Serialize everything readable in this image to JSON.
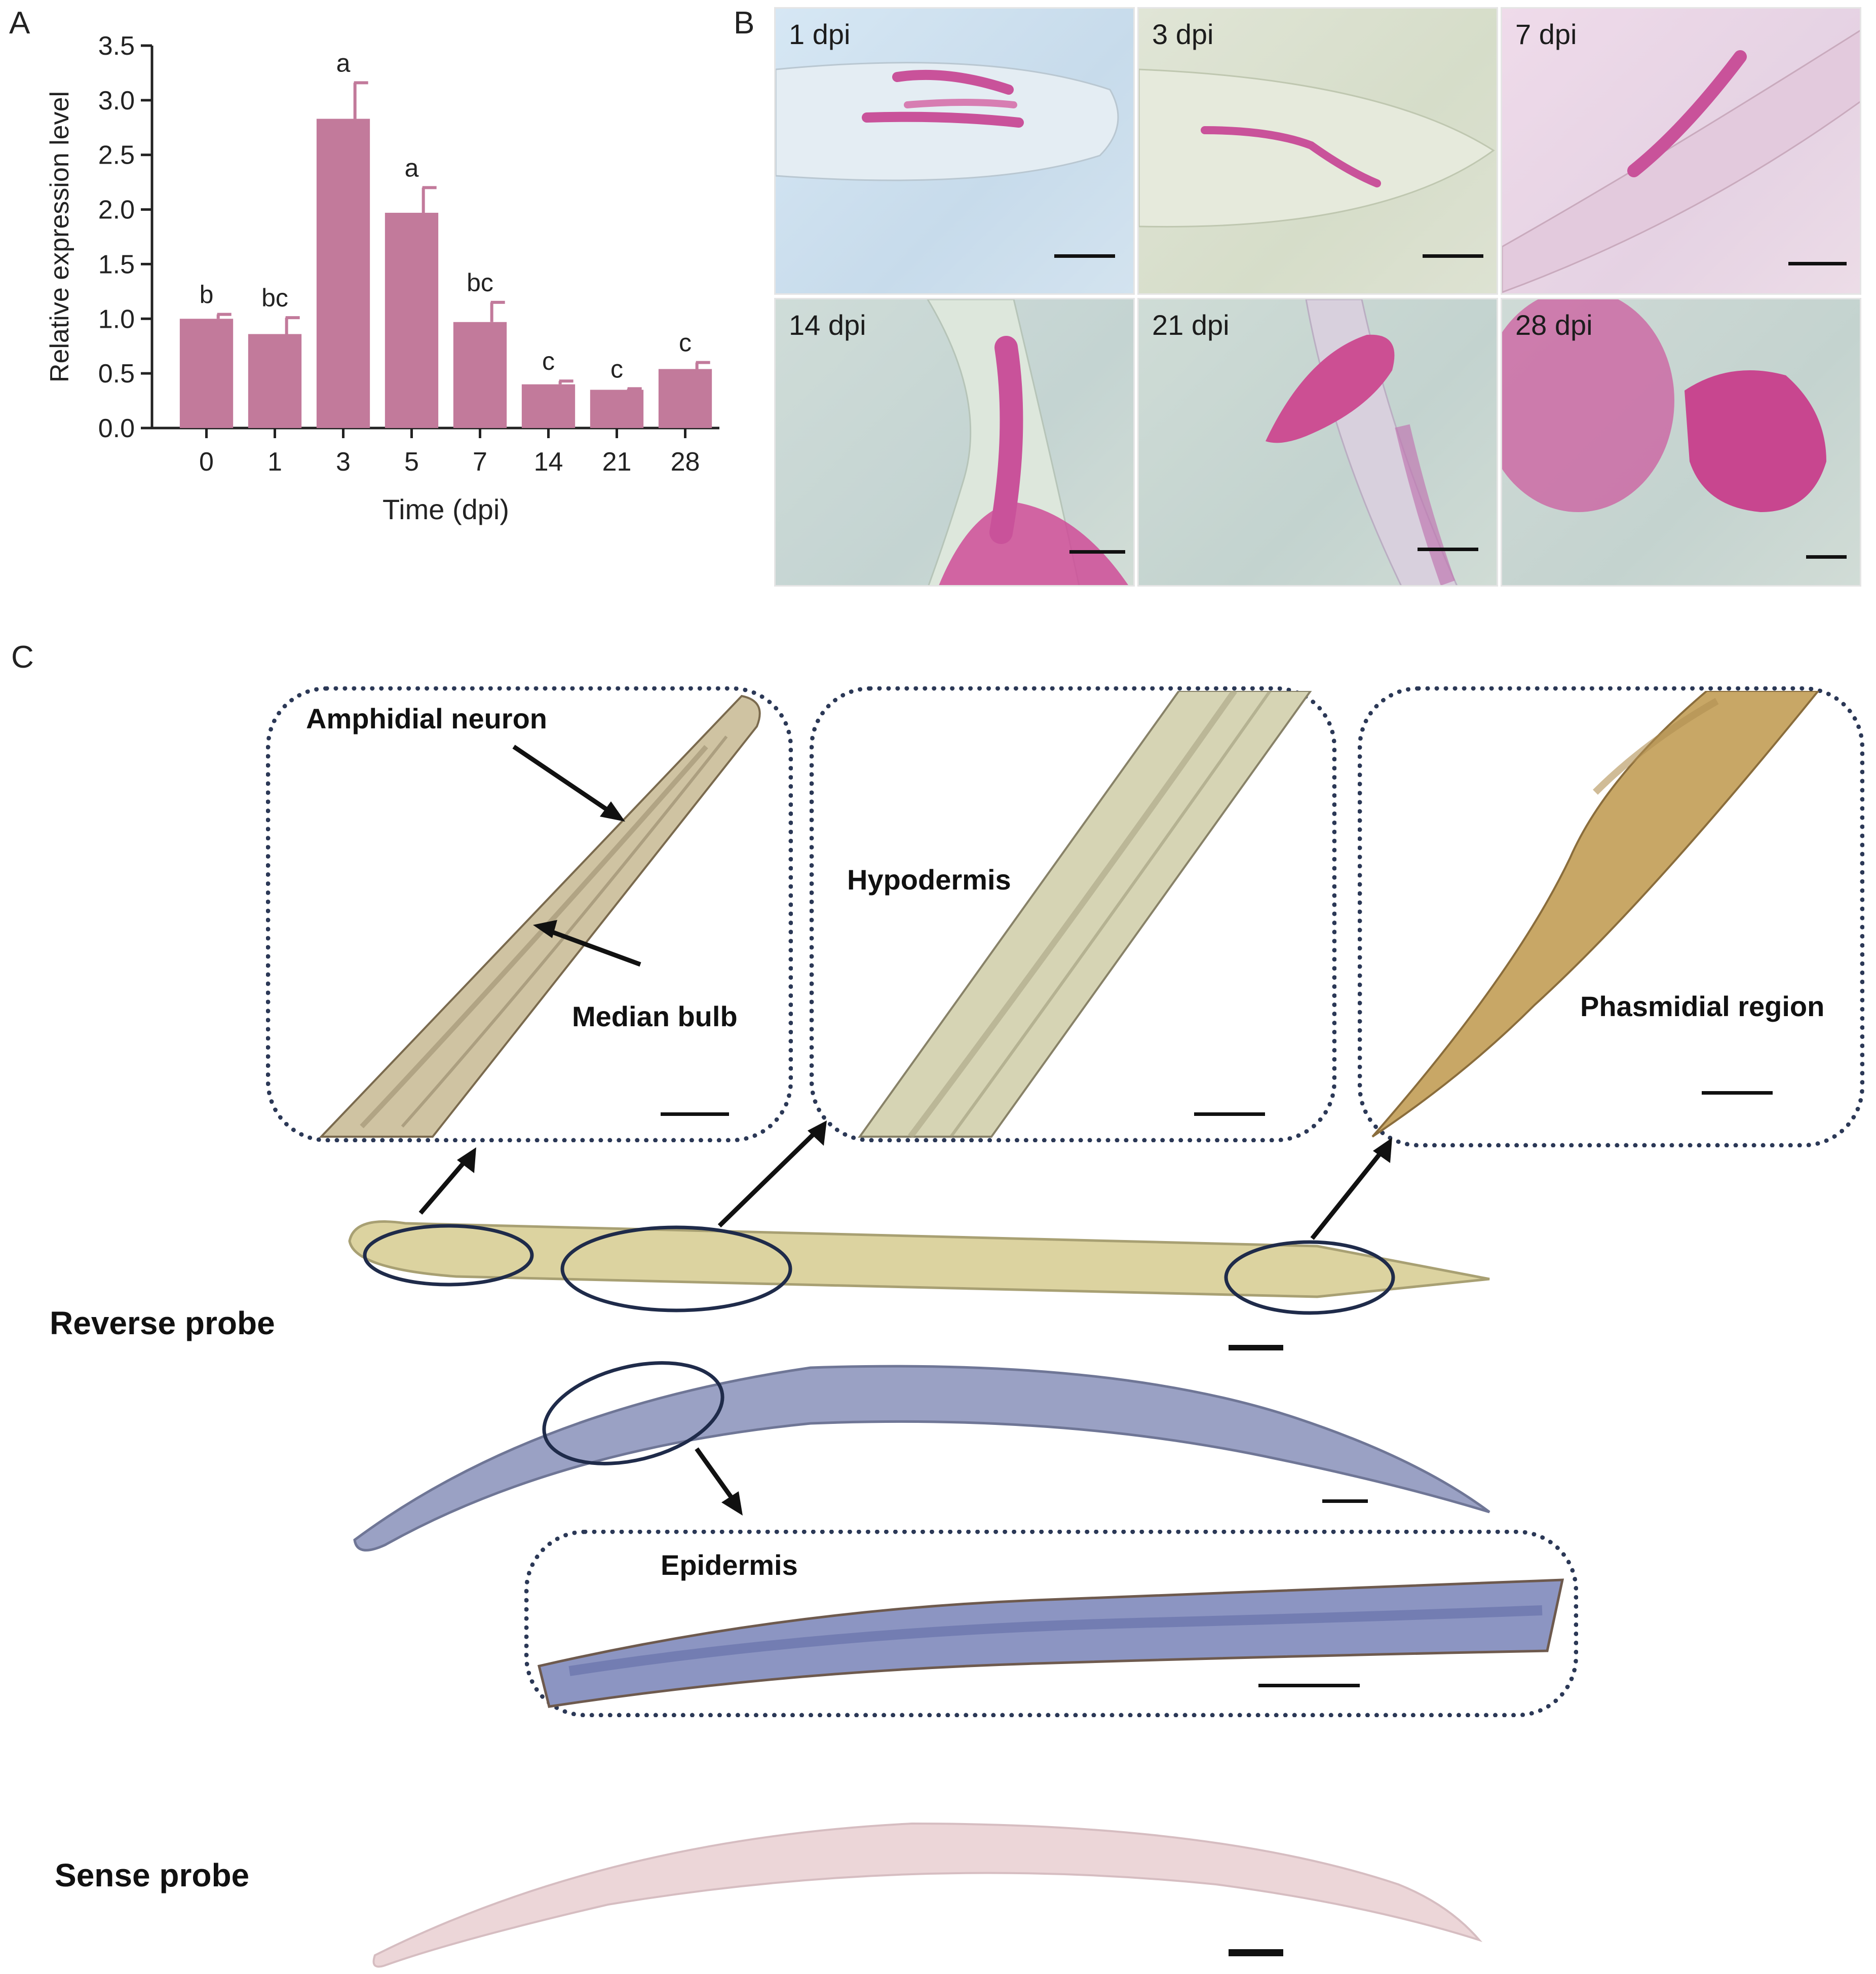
{
  "panels": {
    "a": "A",
    "b": "B",
    "c": "C"
  },
  "chart_data": {
    "type": "bar",
    "categories": [
      "0",
      "1",
      "3",
      "5",
      "7",
      "14",
      "21",
      "28"
    ],
    "values": [
      1.0,
      0.86,
      2.83,
      1.97,
      0.97,
      0.4,
      0.35,
      0.54
    ],
    "errors": [
      0.04,
      0.15,
      0.33,
      0.23,
      0.18,
      0.03,
      0.01,
      0.06
    ],
    "significance": [
      "b",
      "bc",
      "a",
      "a",
      "bc",
      "c",
      "c",
      "c"
    ],
    "xlabel": "Time (dpi)",
    "ylabel": "Relative expression level",
    "ylim": [
      0,
      3.5
    ],
    "yticks": [
      "0.0",
      "0.5",
      "1.0",
      "1.5",
      "2.0",
      "2.5",
      "3.0",
      "3.5"
    ],
    "bar_color": "#c27a9b"
  },
  "micrographs": {
    "time_points": [
      "1 dpi",
      "3 dpi",
      "7 dpi",
      "14 dpi",
      "21 dpi",
      "28 dpi"
    ],
    "stain_color": "#c9529a"
  },
  "annotations": {
    "amphidial_neuron": "Amphidial neuron",
    "median_bulb": "Median bulb",
    "hypodermis": "Hypodermis",
    "phasmidial_region": "Phasmidial region",
    "epidermis": "Epidermis"
  },
  "probes": {
    "reverse": "Reverse probe",
    "sense": "Sense probe"
  }
}
